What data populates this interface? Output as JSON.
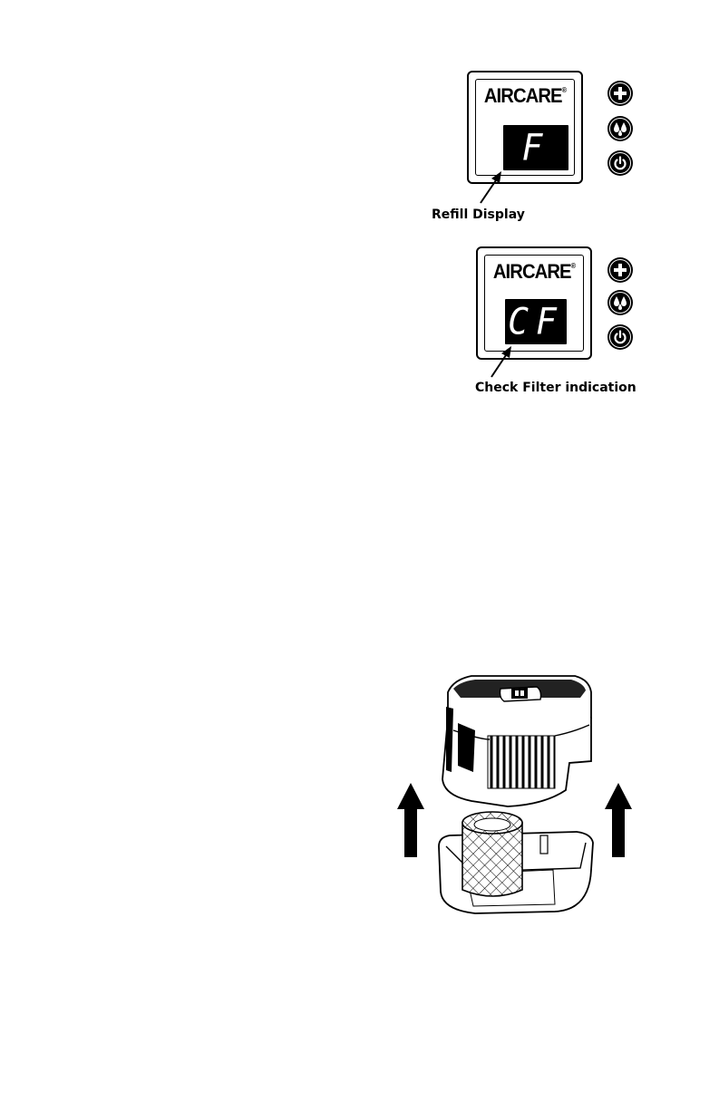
{
  "panels": [
    {
      "brand": "AIRCARE",
      "registered_mark": "®",
      "display_text": "F",
      "callout": "Refill Display"
    },
    {
      "brand": "AIRCARE",
      "registered_mark": "®",
      "display_text": "CF",
      "callout": "Check Filter indication"
    }
  ],
  "icons": {
    "plus": "plus-icon",
    "droplets": "humidity-icon",
    "power": "power-icon"
  },
  "colors": {
    "ink": "#000000",
    "paper": "#ffffff"
  }
}
